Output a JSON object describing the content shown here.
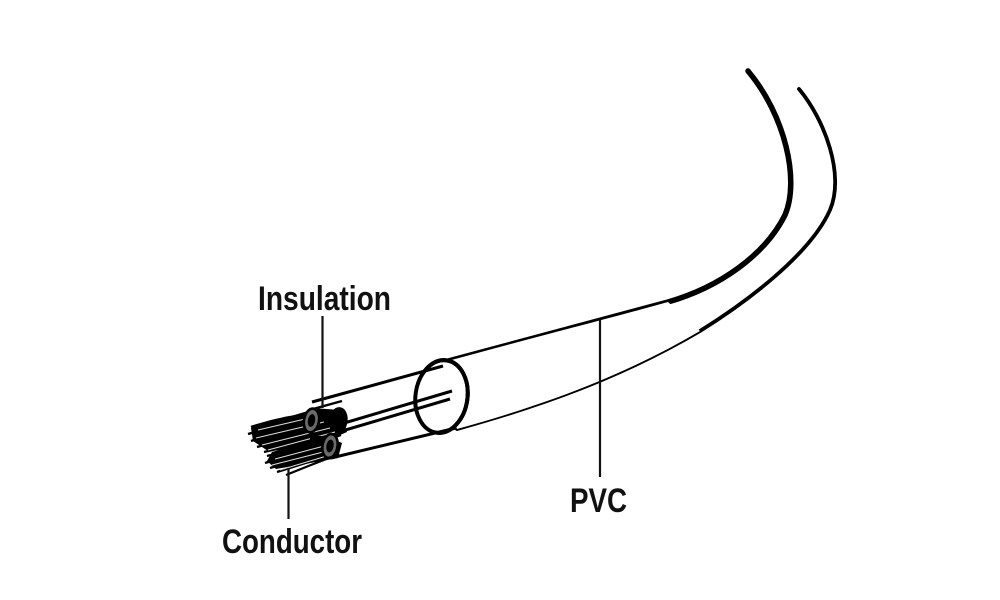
{
  "figure": {
    "type": "technical-illustration",
    "subject": "stripped cable end showing jacket, insulated wires and bare conductors",
    "background_color": "#ffffff",
    "line_color": "#000000",
    "text_color": "#111111",
    "labels": {
      "insulation": "Insulation",
      "conductor": "Conductor",
      "pvc": "PVC"
    }
  }
}
